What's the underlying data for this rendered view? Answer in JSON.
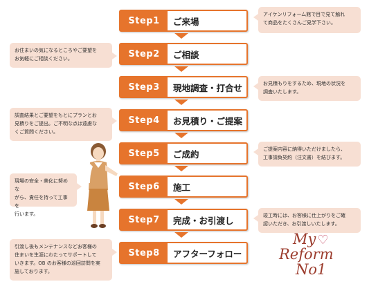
{
  "steps": [
    {
      "num": "Step1",
      "title": "ご来場"
    },
    {
      "num": "Step2",
      "title": "ご相談"
    },
    {
      "num": "Step3",
      "title": "現地調査・打合せ"
    },
    {
      "num": "Step4",
      "title": "お見積り・ご提案"
    },
    {
      "num": "Step5",
      "title": "ご成約"
    },
    {
      "num": "Step6",
      "title": "施工"
    },
    {
      "num": "Step7",
      "title": "完成・お引渡し"
    },
    {
      "num": "Step8",
      "title": "アフターフォロー"
    }
  ],
  "notes": {
    "step1": "アイケンリフォーム館で目で見て触れ\nて商品をたくさんご見学下さい。",
    "step2": "お住まいの気になるところやご要望を\nお気軽にご相談ください。",
    "step3": "お見積もりをするため、現地の状況を\n調査いたします。",
    "step4": "調査結果とご要望をもとにプランとお\n見積りをご提出。ご不明な点は遠慮な\nくご質問ください。",
    "step5": "ご提案内容に納得いただけましたら、\n工事請負契約（注文書）を結びます。",
    "step6": "現場の安全・美化に努めな\nがら、責任を持って工事を\n行います。",
    "step7": "竣工時には、お客様に仕上がりをご確\n認いただき、お引渡しいたします。",
    "step8": "引渡し後もメンテナンスなどお客様の\n住まいを生涯にわたってサポートして\nいきます。OB のお客様の巡回訪問を実\n施しております。"
  },
  "logo": {
    "line1": "My",
    "line2": "Reform",
    "line3": "No1"
  },
  "colors": {
    "accent": "#e6742c",
    "note_bg": "#f7dfd3",
    "logo": "#9c3d2e"
  }
}
